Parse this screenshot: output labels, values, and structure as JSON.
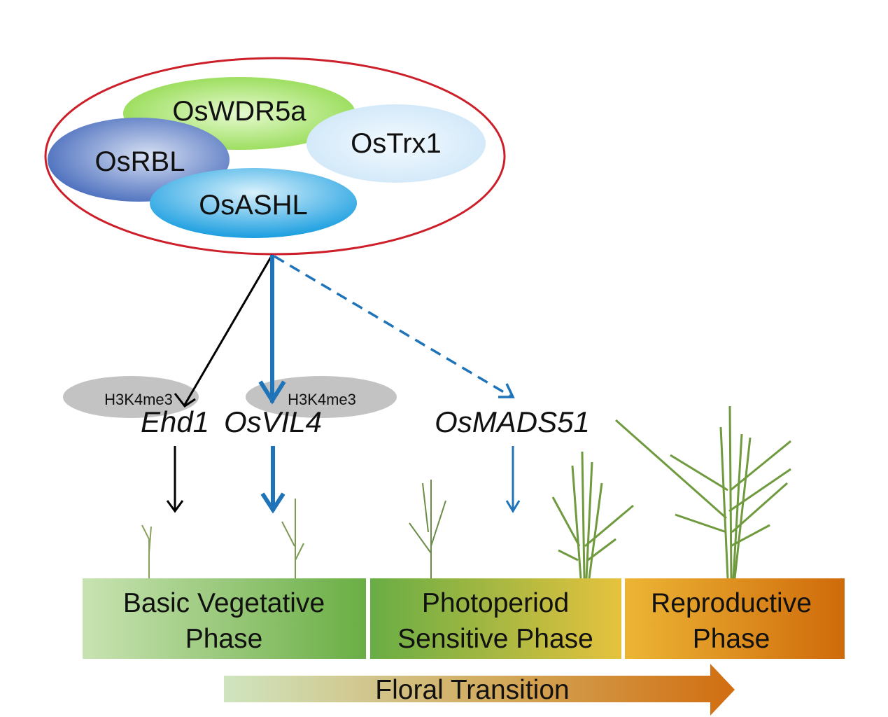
{
  "complex": {
    "proteins": [
      {
        "name": "OsWDR5a",
        "color": "#9fe05c"
      },
      {
        "name": "OsTrx1",
        "color": "#d6ecfa"
      },
      {
        "name": "OsRBL",
        "color": "#4f74c4"
      },
      {
        "name": "OsASHL",
        "color": "#2aa7e3"
      }
    ],
    "outline_color": "#cc1f2a"
  },
  "marks": [
    {
      "label": "H3K4me3"
    },
    {
      "label": "H3K4me3"
    }
  ],
  "genes": [
    {
      "name": "Ehd1",
      "arrow_style": "solid-black"
    },
    {
      "name": "OsVIL4",
      "arrow_style": "solid-blue-thick"
    },
    {
      "name": "OsMADS51",
      "arrow_style": "dashed-blue"
    }
  ],
  "phases": [
    {
      "line1": "Basic Vegetative",
      "line2": "Phase"
    },
    {
      "line1": "Photoperiod",
      "line2": "Sensitive Phase"
    },
    {
      "line1": "Reproductive",
      "line2": "Phase"
    }
  ],
  "transition_label": "Floral Transition",
  "colors": {
    "blue_arrow": "#1f74b9",
    "black_arrow": "#000000",
    "mark_gray": "#c3c3c3"
  }
}
